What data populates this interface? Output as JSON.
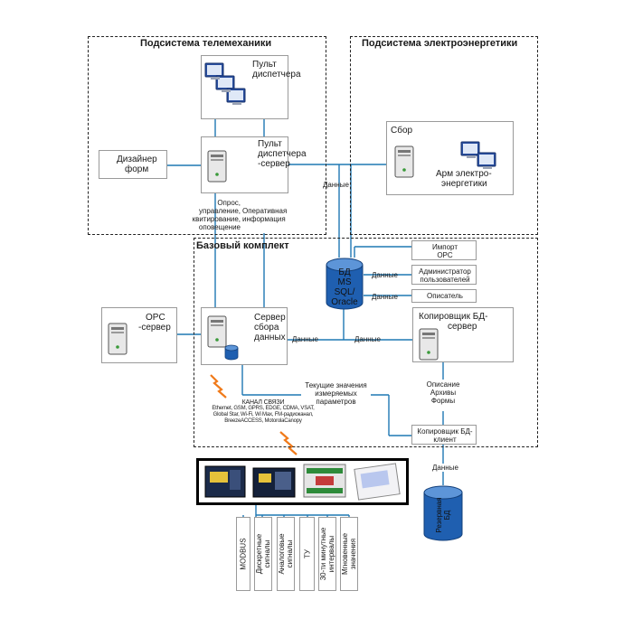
{
  "subsystems": {
    "telemechanics": "Подсистема телемеханики",
    "power": "Подсистема электроэнергетики",
    "base": "Базовый комплект"
  },
  "nodes": {
    "dispatcher_console": [
      "Пульт",
      "диспетчера"
    ],
    "dispatcher_server": [
      "Пульт",
      "диспетчера",
      "-сервер"
    ],
    "form_designer": [
      "Дизайнер",
      "форм"
    ],
    "collection": "Сбор",
    "arm_power": [
      "Арм электро-",
      "энергетики"
    ],
    "db": [
      "БД",
      "MS",
      "SQL/",
      "Oracle"
    ],
    "import_opc": [
      "Импорт",
      "OPC"
    ],
    "user_admin": [
      "Администратор",
      "пользователей"
    ],
    "describer": "Описатель",
    "opc_server": [
      "OPC",
      "-сервер"
    ],
    "collection_server": [
      "Сервер",
      "сбора",
      "данных"
    ],
    "copier_server": [
      "Копировщик БД-",
      "сервер"
    ],
    "copier_client": [
      "Копировщик БД-",
      "клиент"
    ],
    "backup_db": [
      "Резервная",
      "БД"
    ]
  },
  "labels": {
    "poll": [
      "Опрос,",
      "управление,",
      "квитирование,",
      "оповещение"
    ],
    "operational": [
      "Оперативная",
      "информация"
    ],
    "data": "Данные",
    "current_values": [
      "Текущие значения",
      "измеряемых",
      "параметров"
    ],
    "description": [
      "Описание",
      "Архивы",
      "Формы"
    ],
    "channel_title": "КАНАЛ СВЯЗИ",
    "channel_lines": [
      "Ethernet, GSM, GPRS, EDGE, CDMA, VSAT,",
      "Global Star, Wi-Fi, Wi Max, FM-радиоканал,",
      "BreezeACCESS, MotorolaCanopy"
    ]
  },
  "signals": [
    "MODBUS",
    "Дискретные сигналы",
    "Аналоговые сигналы",
    "ТУ",
    "30-ти минутные интервалы",
    "Мгновенные значения"
  ],
  "signals_lines": [
    [
      "MODBUS"
    ],
    [
      "Дискретные",
      "сигналы"
    ],
    [
      "Аналоговые",
      "сигналы"
    ],
    [
      "ТУ"
    ],
    [
      "30-ти минутные",
      "интервалы"
    ],
    [
      "Мгновенные",
      "значения"
    ]
  ],
  "colors": {
    "wire": "#1f78b4",
    "border": "#222222",
    "box_border": "#9a9a9a",
    "monitor": "#2a4fa0",
    "spark": "#f07a1a",
    "db_fill": "#1f5fb0"
  }
}
